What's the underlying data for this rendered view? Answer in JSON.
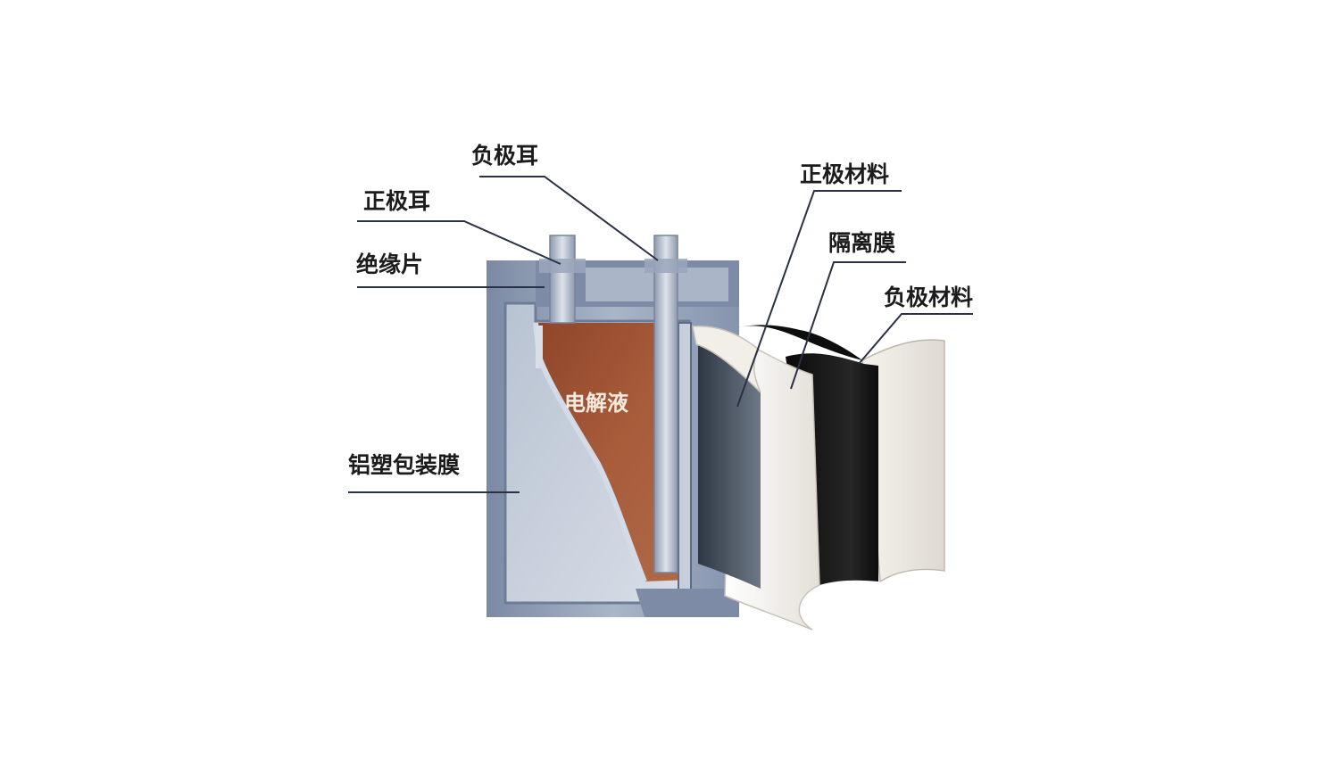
{
  "labels": {
    "negative_tab": "负极耳",
    "positive_tab": "正极耳",
    "insulator": "绝缘片",
    "positive_material": "正极材料",
    "separator": "隔离膜",
    "negative_material": "负极材料",
    "electrolyte": "电解液",
    "aluminum_plastic_film": "铝塑包装膜"
  },
  "colors": {
    "casing_blue": "#8c9ab4",
    "casing_dark": "#5d6b85",
    "electrolyte_brown": "#9b5232",
    "cathode_sheet": "#3e4a58",
    "separator_white": "#f1eee8",
    "anode_black": "#141414",
    "leader_line": "#2a3144"
  }
}
